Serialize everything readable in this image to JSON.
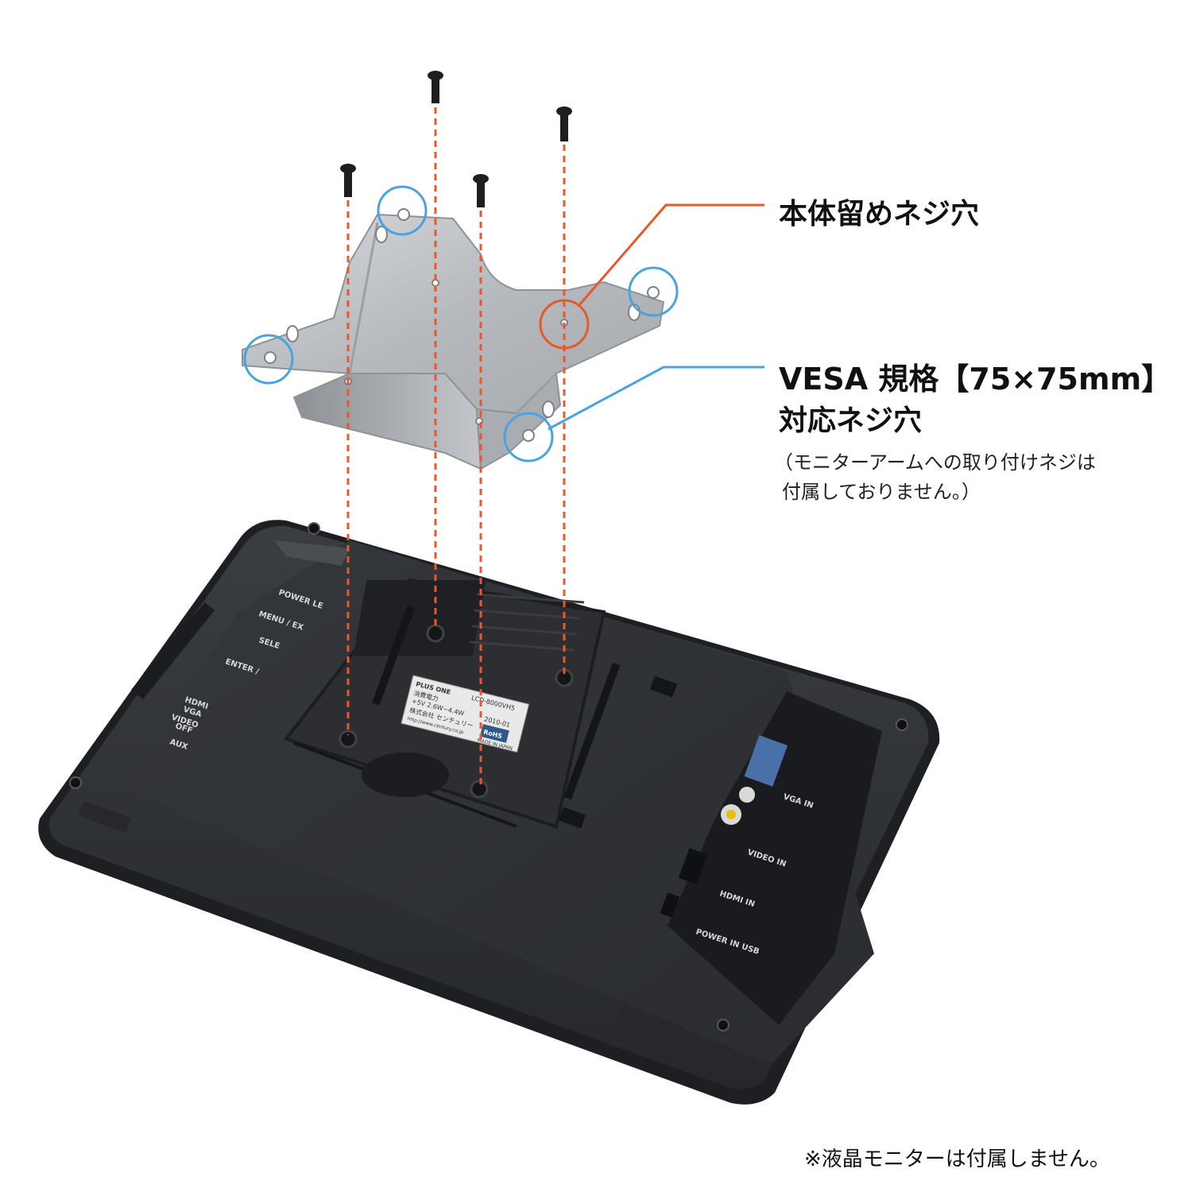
{
  "labels": {
    "body_screw_holes": "本体留めネジ穴",
    "vesa_line1": "VESA 規格【75×75mm】",
    "vesa_line2": "対応ネジ穴",
    "vesa_note_line1": "（モニターアームへの取り付けネジは",
    "vesa_note_line2": "付属しておりません。）",
    "footer_note": "※液晶モニターは付属しません。"
  },
  "monitor": {
    "side_buttons": [
      "POWER LE",
      "MENU / EX",
      "SELE",
      "ENTER /"
    ],
    "input_switch": [
      "HDMI",
      "VGA",
      "VIDEO",
      "OFF"
    ],
    "aux": "AUX",
    "ports": [
      "VGA IN",
      "VIDEO IN",
      "HDMI IN",
      "POWER IN USB"
    ],
    "sticker_brand": "PLUS ONE",
    "sticker_model": "LCD-8000VH5",
    "sticker_power_label": "消費電力",
    "sticker_power": "+5V 2.6W~4.4W",
    "sticker_company": "株式会社 センチュリー",
    "sticker_url": "http://www.century.co.jp",
    "sticker_lot": "2010-01",
    "sticker_rohs": "RoHS",
    "sticker_made": "MADE IN JAPAN"
  },
  "colors": {
    "orange_callout": "#e8582a",
    "blue_callout": "#4aa3e0",
    "monitor_body": "#2f3236",
    "bracket": "#b9bcc0"
  }
}
